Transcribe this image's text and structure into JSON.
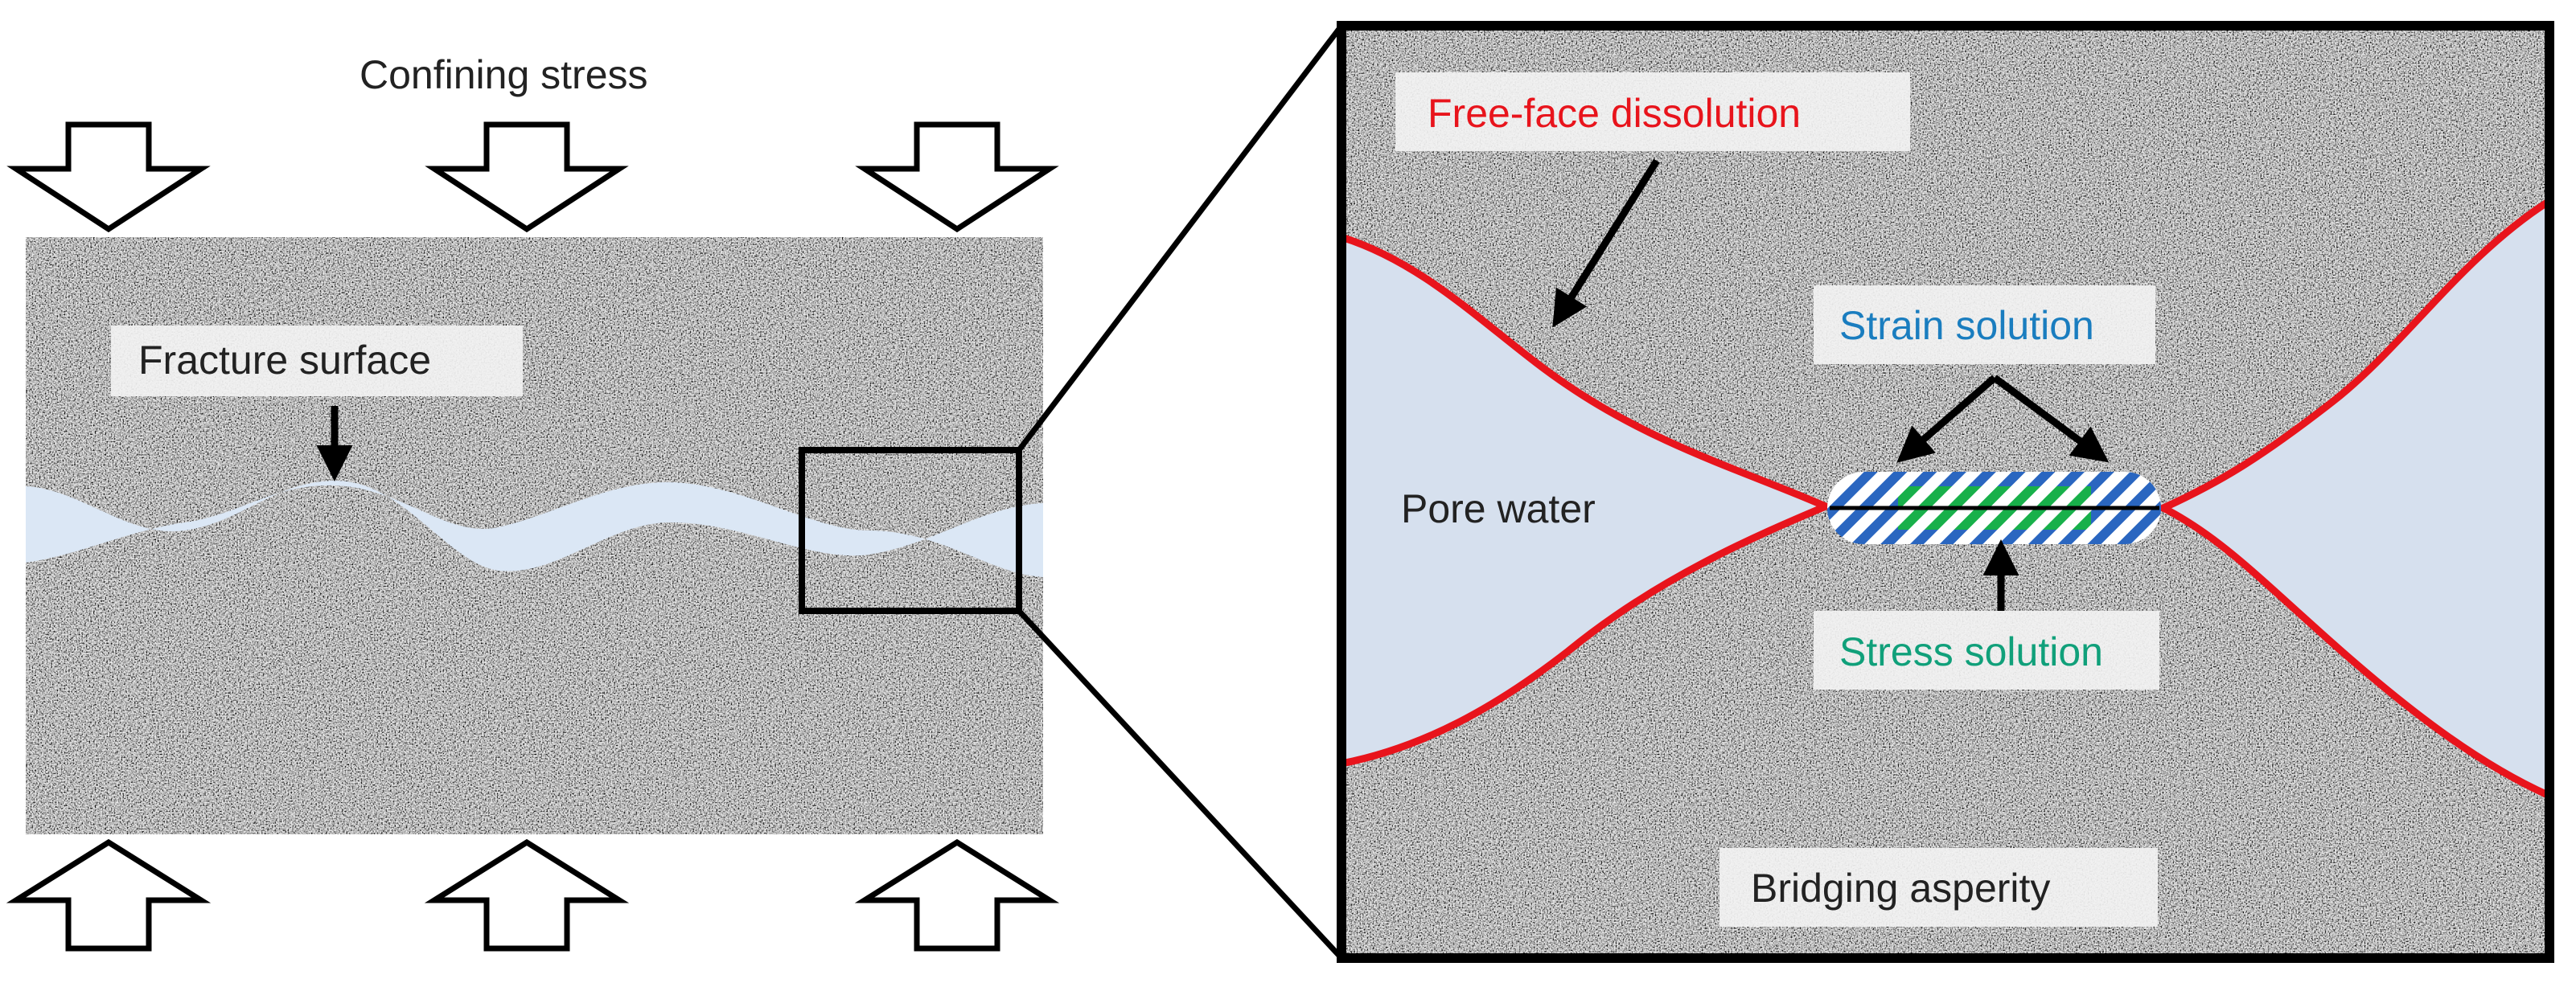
{
  "left_panel": {
    "top_label": "Confining stress",
    "fracture_label": "Fracture surface"
  },
  "right_panel": {
    "free_face_label": "Free-face dissolution",
    "strain_label": "Strain solution",
    "pore_water_label": "Pore water",
    "stress_label": "Stress solution",
    "bridging_label": "Bridging asperity"
  },
  "colors": {
    "rock_base": "#8a8a8a",
    "pore_water": "#d6e0ee",
    "fracture_water": "#dbe7f5",
    "free_face_line": "#e8141c",
    "strain_text": "#1a7dbf",
    "stress_text": "#10a07a",
    "strain_hatch": "#2a66c0",
    "stress_hatch": "#18b04a",
    "label_box": "#f2f2f2"
  },
  "icons": {
    "top_arrows": "down-hollow-arrow",
    "bottom_arrows": "up-hollow-arrow"
  }
}
